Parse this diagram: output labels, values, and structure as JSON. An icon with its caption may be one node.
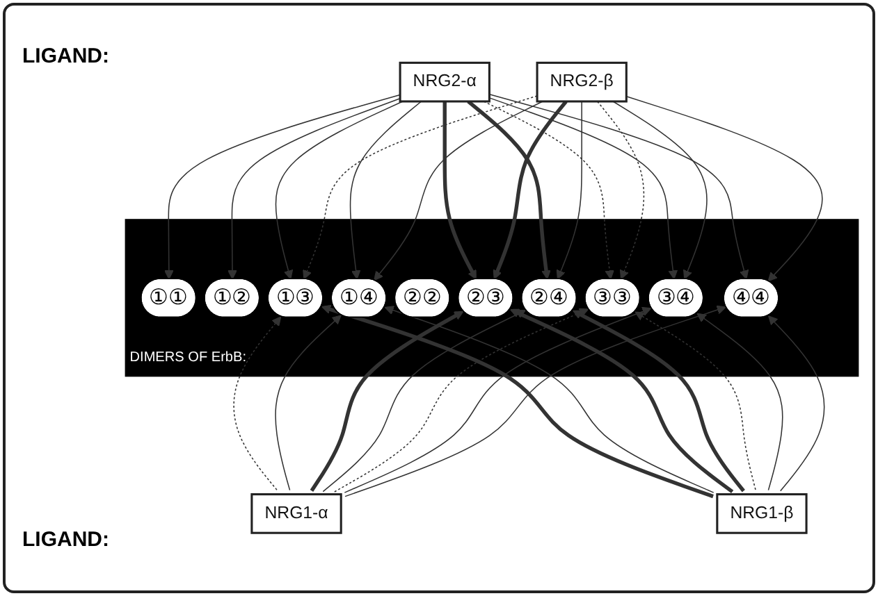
{
  "diagram": {
    "nodes": [
      {
        "text": [
          "NRG2-α"
        ]
      },
      {
        "text": [
          "NRG2-β"
        ]
      },
      {
        "text": [
          "DIMERS OF ErbB:"
        ]
      },
      {
        "text": [
          "①①"
        ],
        "in": 2
      },
      {
        "text": [
          "①②"
        ],
        "in": 2
      },
      {
        "text": [
          "①③"
        ],
        "in": 2
      },
      {
        "text": [
          "①④"
        ],
        "in": 2
      },
      {
        "text": [
          "②②"
        ],
        "in": 2
      },
      {
        "text": [
          "②③"
        ],
        "in": 2
      },
      {
        "text": [
          "②④"
        ],
        "in": 2
      },
      {
        "text": [
          "③③"
        ],
        "in": 2
      },
      {
        "text": [
          "③④"
        ],
        "in": 2
      },
      {
        "text": [
          "④④"
        ],
        "in": 2
      },
      {
        "text": [
          "NRG1-α"
        ]
      },
      {
        "text": [
          "NRG1-β"
        ]
      }
    ],
    "edges": [
      {
        "from": 0,
        "to": 3,
        "arrow": "to"
      },
      {
        "from": 0,
        "to": 4,
        "arrow": "to"
      },
      {
        "from": 0,
        "to": 5,
        "arrow": "to"
      },
      {
        "from": 0,
        "to": 6,
        "arrow": "to"
      },
      {
        "from": 0,
        "to": 8,
        "arrow": "to",
        "style": "thick"
      },
      {
        "from": 0,
        "to": 9,
        "arrow": "to",
        "style": "thick"
      },
      {
        "from": 0,
        "to": 10,
        "arrow": "to",
        "style": "dashed"
      },
      {
        "from": 0,
        "to": 11,
        "arrow": "to"
      },
      {
        "from": 0,
        "to": 12,
        "arrow": "to"
      },
      {
        "from": 1,
        "to": 5,
        "arrow": "to",
        "style": "dashed"
      },
      {
        "from": 1,
        "to": 6,
        "arrow": "to"
      },
      {
        "from": 1,
        "to": 8,
        "arrow": "to",
        "style": "thick"
      },
      {
        "from": 1,
        "to": 9,
        "arrow": "to"
      },
      {
        "from": 1,
        "to": 10,
        "arrow": "to",
        "style": "dashed"
      },
      {
        "from": 1,
        "to": 11,
        "arrow": "to"
      },
      {
        "from": 1,
        "to": 12,
        "arrow": "to"
      },
      {
        "from": 13,
        "to": 5,
        "arrow": "to",
        "style": "dashed"
      },
      {
        "from": 13,
        "to": 6,
        "arrow": "to"
      },
      {
        "from": 13,
        "to": 8,
        "arrow": "to",
        "style": "thick"
      },
      {
        "from": 13,
        "to": 9,
        "arrow": "to"
      },
      {
        "from": 13,
        "to": 10,
        "arrow": "to",
        "style": "dashed"
      },
      {
        "from": 13,
        "to": 11,
        "arrow": "to"
      },
      {
        "from": 13,
        "to": 12,
        "arrow": "to"
      },
      {
        "from": 14,
        "to": 5,
        "arrow": "to",
        "style": "thick"
      },
      {
        "from": 14,
        "to": 6,
        "arrow": "to"
      },
      {
        "from": 14,
        "to": 8,
        "arrow": "to",
        "style": "thick"
      },
      {
        "from": 14,
        "to": 9,
        "arrow": "to",
        "style": "thick"
      },
      {
        "from": 14,
        "to": 10,
        "arrow": "to",
        "style": "dashed"
      },
      {
        "from": 14,
        "to": 11,
        "arrow": "to"
      },
      {
        "from": 14,
        "to": 12,
        "arrow": "to"
      }
    ],
    "labels": [
      "LIGAND:",
      "LIGAND:"
    ]
  }
}
